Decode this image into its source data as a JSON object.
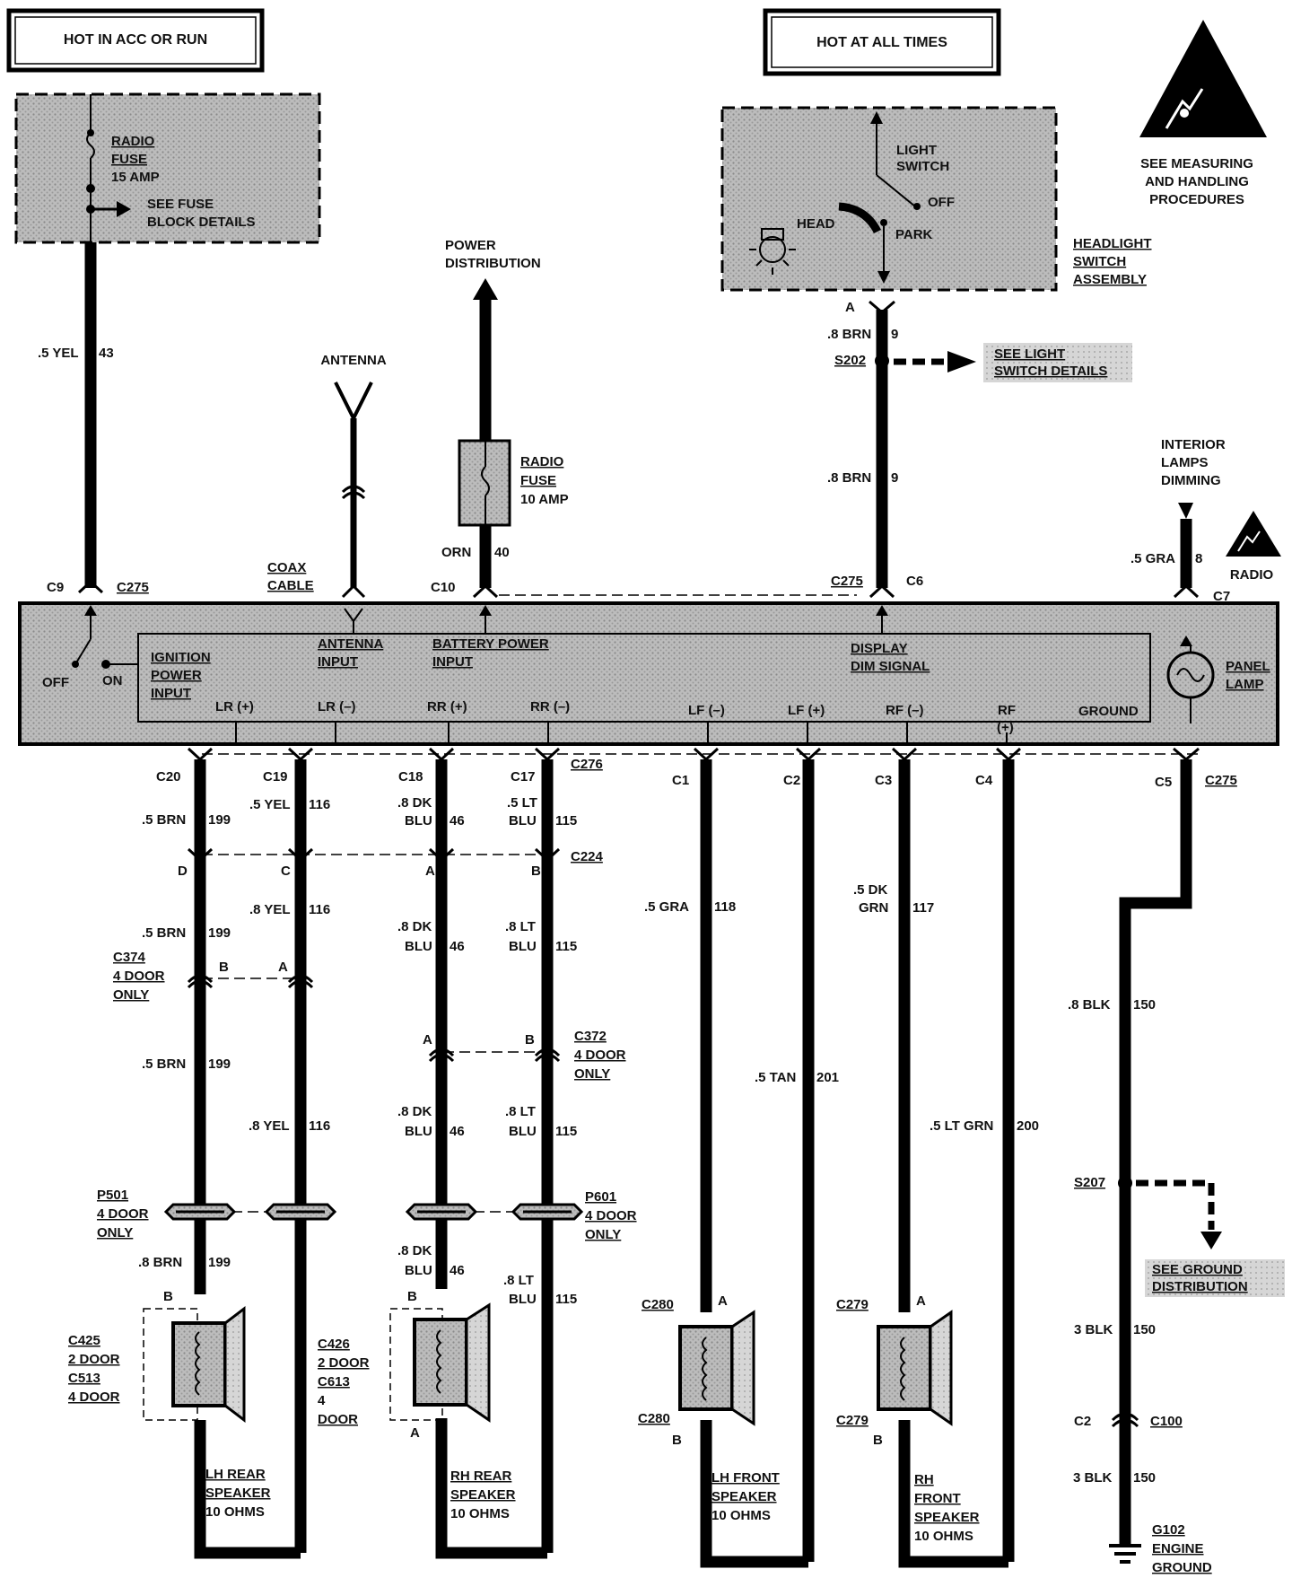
{
  "header": {
    "acc_box": "HOT IN ACC OR RUN",
    "always_box": "HOT AT ALL TIMES"
  },
  "fuse_block": {
    "radio_fuse": [
      "RADIO",
      "FUSE",
      "15 AMP"
    ],
    "see_details": [
      "SEE FUSE",
      "BLOCK DETAILS"
    ]
  },
  "light_switch": {
    "labels": [
      "LIGHT",
      "SWITCH"
    ],
    "off": "OFF",
    "head": "HEAD",
    "park": "PARK",
    "assembly": [
      "HEADLIGHT",
      "SWITCH",
      "ASSEMBLY"
    ],
    "terminal": "A"
  },
  "esd": {
    "note": [
      "SEE MEASURING",
      "AND HANDLING",
      "PROCEDURES"
    ],
    "radio_label": "RADIO"
  },
  "feeds": {
    "power_distribution": [
      "POWER",
      "DISTRIBUTION"
    ],
    "antenna": "ANTENNA",
    "coax": [
      "COAX",
      "CABLE"
    ],
    "radio_fuse_10": [
      "RADIO",
      "FUSE",
      "10 AMP"
    ],
    "interior_dimming": [
      "INTERIOR",
      "LAMPS",
      "DIMMING"
    ],
    "see_light_details": [
      "SEE LIGHT",
      "SWITCH DETAILS"
    ]
  },
  "wires": {
    "yel43": [
      ".5 YEL",
      "43"
    ],
    "orn40": [
      "ORN",
      "40"
    ],
    "brn9_top": [
      ".8 BRN",
      "9"
    ],
    "brn9": [
      ".8 BRN",
      "9"
    ],
    "gra8": [
      ".5 GRA",
      "8"
    ],
    "s202": "S202",
    "brn199_a": [
      ".5 BRN",
      "199"
    ],
    "brn199_b": [
      ".5 BRN",
      "199"
    ],
    "brn199_c": [
      ".5 BRN",
      "199"
    ],
    "brn199_d": [
      ".8 BRN",
      "199"
    ],
    "yel116_a": [
      ".5 YEL",
      "116"
    ],
    "yel116_b": [
      ".8 YEL",
      "116"
    ],
    "yel116_c": [
      ".8 YEL",
      "116"
    ],
    "dkblu46_a": [
      ".8 DK",
      "BLU",
      "46"
    ],
    "dkblu46_b": [
      ".8 DK",
      "BLU",
      "46"
    ],
    "dkblu46_c": [
      ".8 DK",
      "BLU",
      "46"
    ],
    "dkblu46_d": [
      ".8 DK",
      "BLU",
      "46"
    ],
    "ltblu115_a": [
      ".5 LT",
      "BLU",
      "115"
    ],
    "ltblu115_b": [
      ".8 LT",
      "BLU",
      "115"
    ],
    "ltblu115_c": [
      ".8 LT",
      "BLU",
      "115"
    ],
    "ltblu115_d": [
      ".8 LT",
      "BLU",
      "115"
    ],
    "gra118": [
      ".5 GRA",
      "118"
    ],
    "tan201": [
      ".5 TAN",
      "201"
    ],
    "dkgrn117": [
      ".5 DK",
      "GRN",
      "117"
    ],
    "ltgrn200": [
      ".5 LT GRN",
      "200"
    ],
    "blk150_a": [
      ".8 BLK",
      "150"
    ],
    "blk150_b": [
      "3 BLK",
      "150"
    ],
    "blk150_c": [
      "3 BLK",
      "150"
    ]
  },
  "connectors": {
    "c9": "C9",
    "c275_top": "C275",
    "c10": "C10",
    "c275_mid": "C275",
    "c6": "C6",
    "c7": "C7",
    "c20": "C20",
    "c19": "C19",
    "c18": "C18",
    "c17": "C17",
    "c276": "C276",
    "c1": "C1",
    "c2": "C2",
    "c3": "C3",
    "c4": "C4",
    "c5": "C5",
    "c275_bot": "C275",
    "c224": "C224",
    "c224_d": "D",
    "c224_c": "C",
    "c224_a": "A",
    "c224_b": "B",
    "c374": [
      "C374",
      "4 DOOR",
      "ONLY"
    ],
    "c374_b": "B",
    "c374_a": "A",
    "c372": [
      "C372",
      "4 DOOR",
      "ONLY"
    ],
    "c372_a": "A",
    "c372_b": "B",
    "p501": [
      "P501",
      "4 DOOR",
      "ONLY"
    ],
    "p601": [
      "P601",
      "4 DOOR",
      "ONLY"
    ],
    "s207": "S207",
    "see_ground": [
      "SEE GROUND",
      "DISTRIBUTION"
    ],
    "c2_ground": "C2",
    "c100": "C100"
  },
  "radio": {
    "switch_off": "OFF",
    "switch_on": "ON",
    "ignition": [
      "IGNITION",
      "POWER",
      "INPUT"
    ],
    "antenna_input": [
      "ANTENNA",
      "INPUT"
    ],
    "battery_input": [
      "BATTERY POWER",
      "INPUT"
    ],
    "display_dim": [
      "DISPLAY",
      "DIM SIGNAL"
    ],
    "panel_lamp": [
      "PANEL",
      "LAMP"
    ],
    "terminals": [
      "LR (+)",
      "LR (–)",
      "RR (+)",
      "RR (–)",
      "LF (–)",
      "LF (+)",
      "RF (–)",
      "RF"
    ],
    "rf_plus": "(+)",
    "ground": "GROUND"
  },
  "speakers": {
    "lh_rear": {
      "name": [
        "LH REAR",
        "SPEAKER",
        "10 OHMS"
      ],
      "conn": [
        "C425",
        "2 DOOR",
        "C513",
        "4 DOOR"
      ],
      "top": "B"
    },
    "rh_rear": {
      "name": [
        "RH REAR",
        "SPEAKER",
        "10 OHMS"
      ],
      "conn": [
        "C426",
        "2 DOOR",
        "C613",
        "4",
        "DOOR"
      ],
      "top": "B",
      "bottom": "A"
    },
    "lh_front": {
      "name": [
        "LH FRONT",
        "SPEAKER",
        "10 OHMS"
      ],
      "conn_top": "C280",
      "conn_bot": "C280",
      "top": "A",
      "bottom": "B"
    },
    "rh_front": {
      "name": [
        "RH",
        "FRONT",
        "SPEAKER",
        "10 OHMS"
      ],
      "conn_top": "C279",
      "conn_bot": "C279",
      "top": "A",
      "bottom": "B"
    }
  },
  "ground": {
    "name": [
      "G102",
      "ENGINE",
      "GROUND"
    ]
  }
}
